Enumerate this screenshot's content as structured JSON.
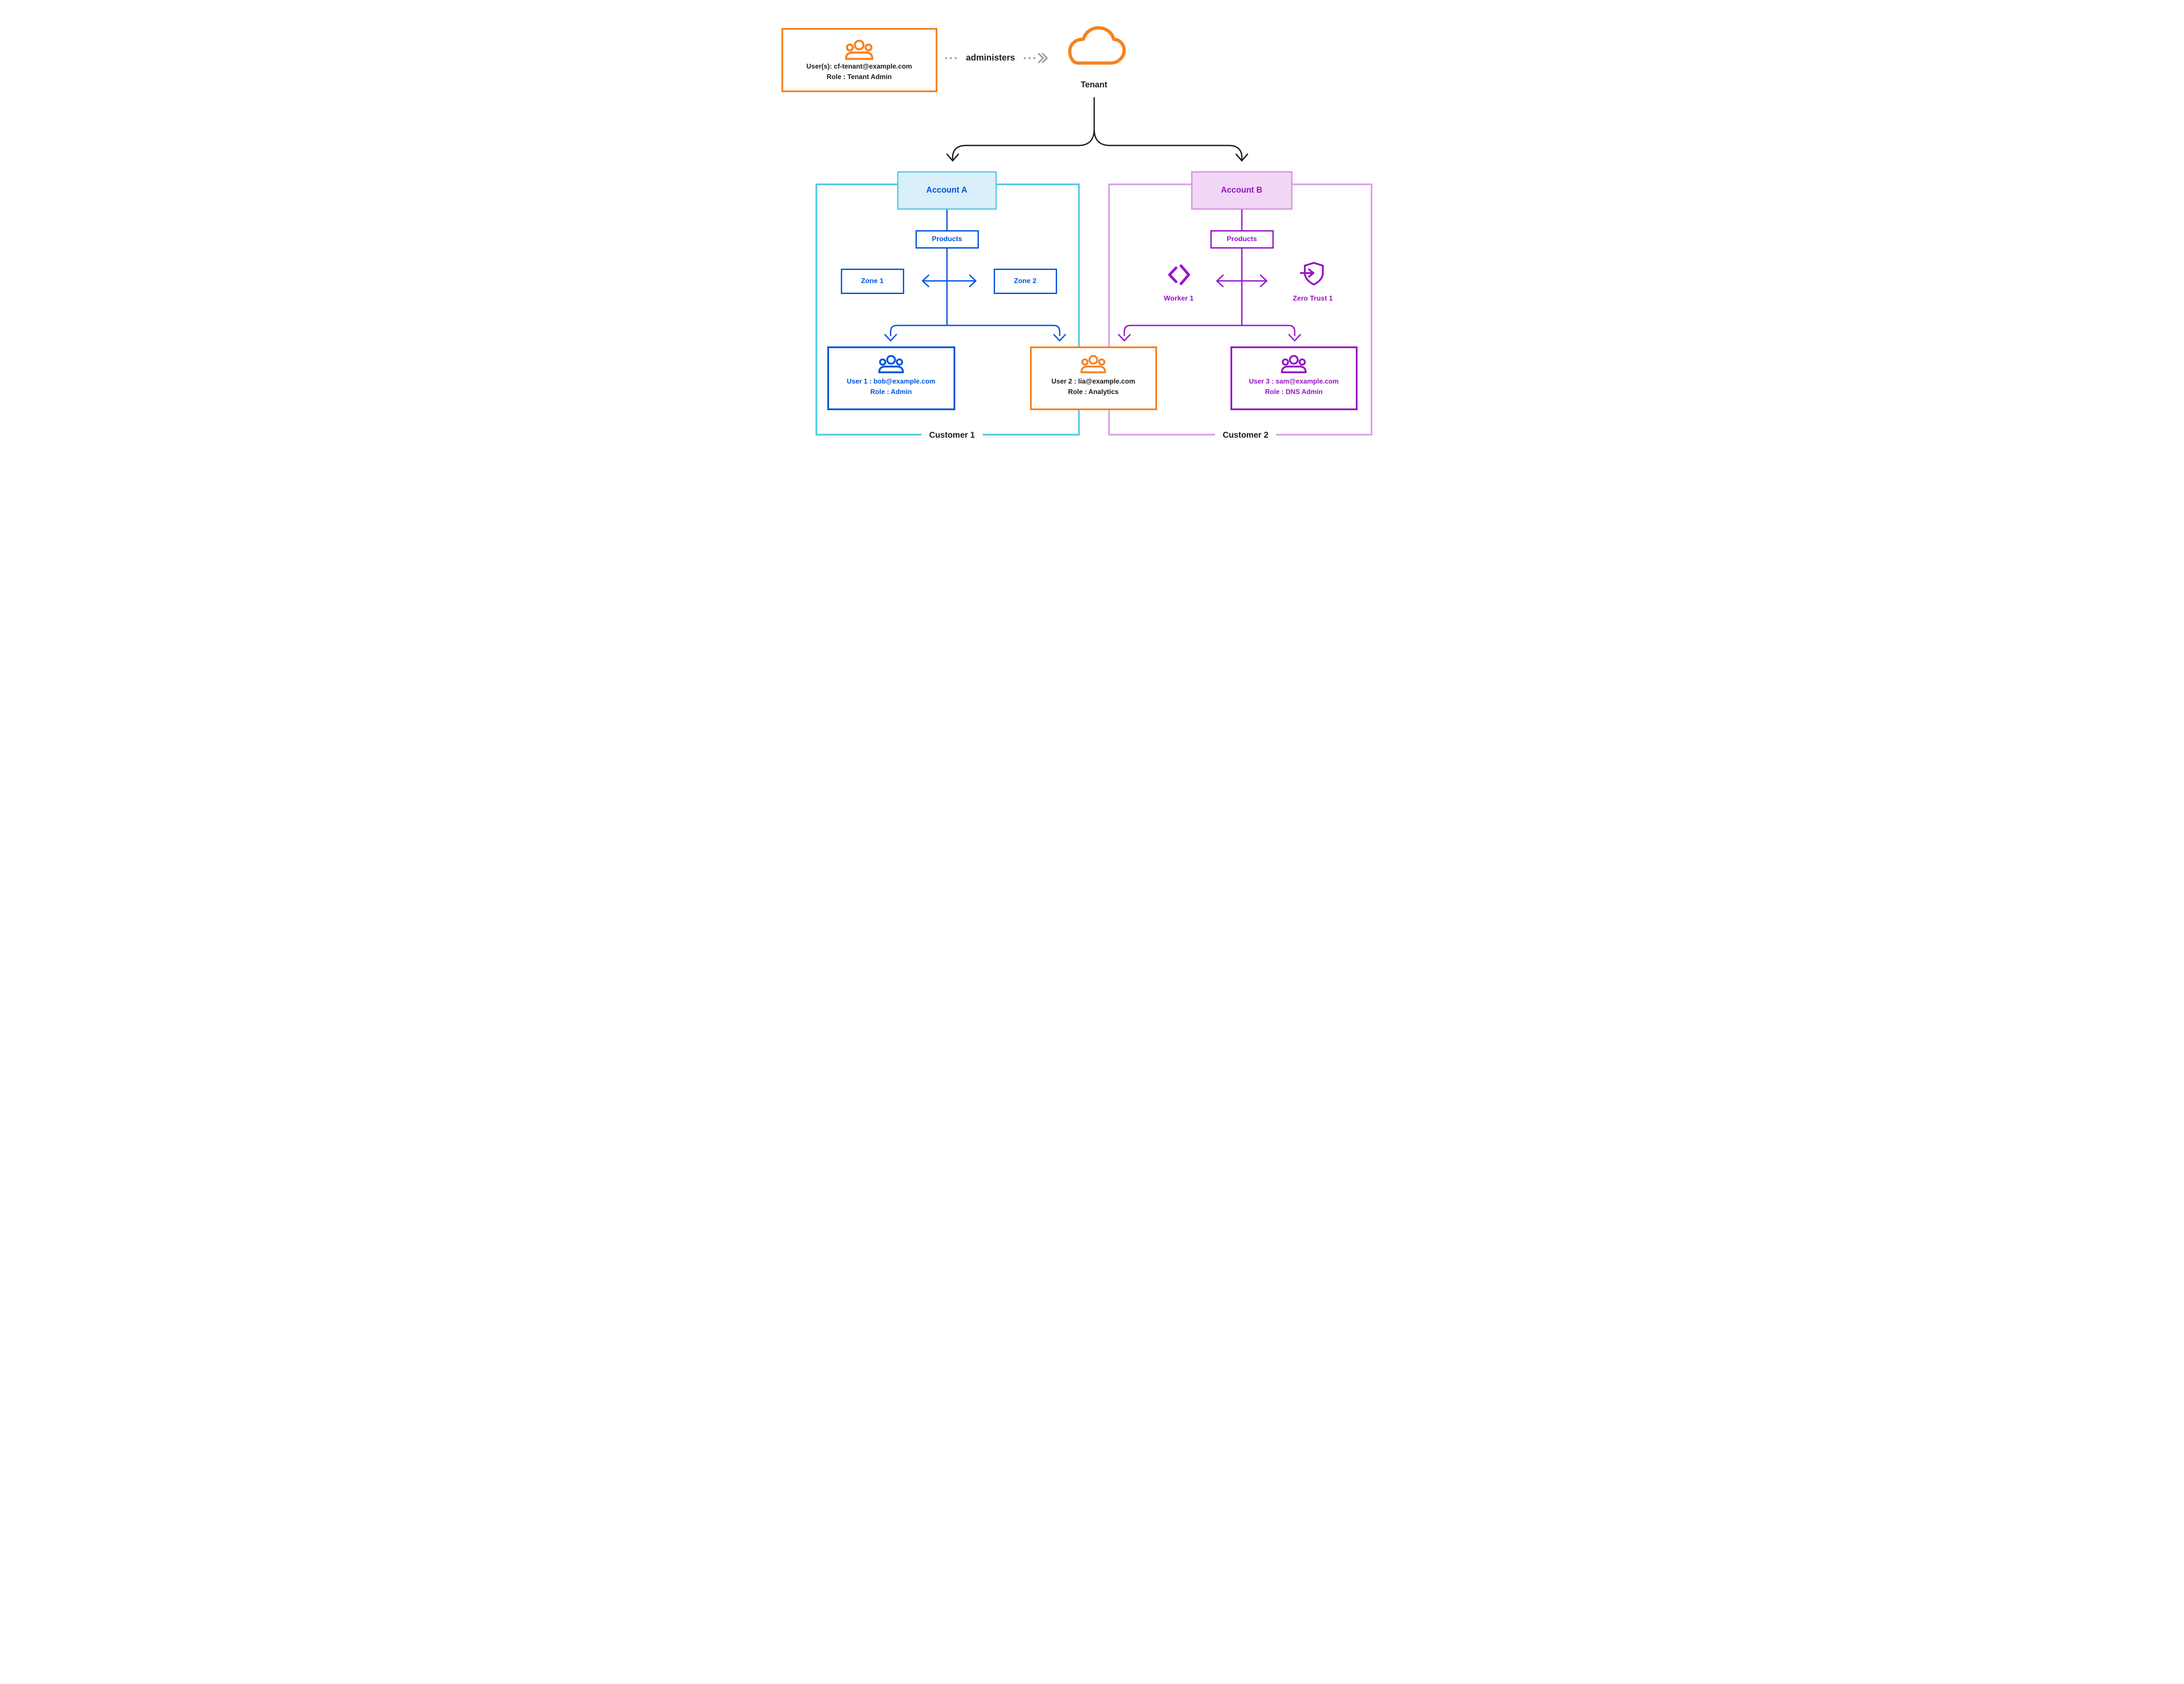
{
  "colors": {
    "orange": "#F6821F",
    "blue": "#0055DC",
    "cyan": "#57CBE2",
    "purple": "#9615C5",
    "lavender": "#DCA3E8",
    "ink": "#1D1D1D",
    "grey_dots": "#9AA0A6",
    "account_a_fill": "#D9EFFA",
    "account_b_fill": "#F2D6F6"
  },
  "icons": {
    "users": "users-icon",
    "cloud": "cloud-icon",
    "workers": "workers-icon",
    "zero_trust": "shield-arrow-icon"
  },
  "tenant_admin_box": {
    "line1": "User(s): cf-tenant@example.com",
    "line2": "Role : Tenant Admin"
  },
  "administers_label": "administers",
  "tenant_label": "Tenant",
  "customer1": {
    "label": "Customer 1",
    "account_label": "Account A",
    "products_label": "Products",
    "zones": [
      {
        "label": "Zone 1"
      },
      {
        "label": "Zone 2"
      }
    ],
    "users": [
      {
        "line1": "User 1 : bob@example.com",
        "line2": "Role : Admin"
      },
      {
        "line1": "User 2 : lia@example.com",
        "line2": "Role : Analytics"
      }
    ]
  },
  "customer2": {
    "label": "Customer 2",
    "account_label": "Account B",
    "products_label": "Products",
    "product_items": [
      {
        "label": "Worker 1",
        "icon": "workers-icon"
      },
      {
        "label": "Zero Trust 1",
        "icon": "shield-arrow-icon"
      }
    ],
    "users": [
      {
        "line1": "User 3 : sam@example.com",
        "line2": "Role : DNS Admin"
      }
    ]
  }
}
